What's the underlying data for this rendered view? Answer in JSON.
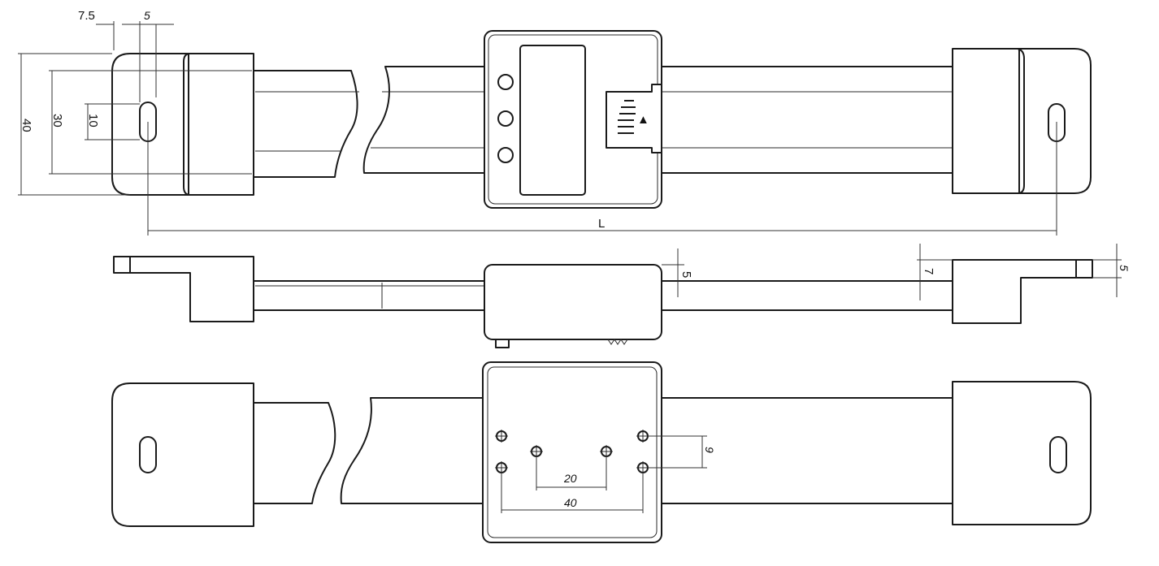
{
  "dimensions": {
    "top_view": {
      "hole_offset": "7.5",
      "slot_width": "5",
      "end_block_height": "40",
      "hole_spacing_outer": "30",
      "slot_length": "10",
      "overall_length": "L"
    },
    "side_view": {
      "head_step": "5",
      "end_block_step": "7",
      "tab_thickness": "5"
    },
    "bottom_view": {
      "hole_pitch_vertical": "9",
      "hole_pitch_inner": "20",
      "hole_pitch_outer": "40"
    }
  },
  "display_symbols": {
    "arrow_symbol": "▲"
  }
}
